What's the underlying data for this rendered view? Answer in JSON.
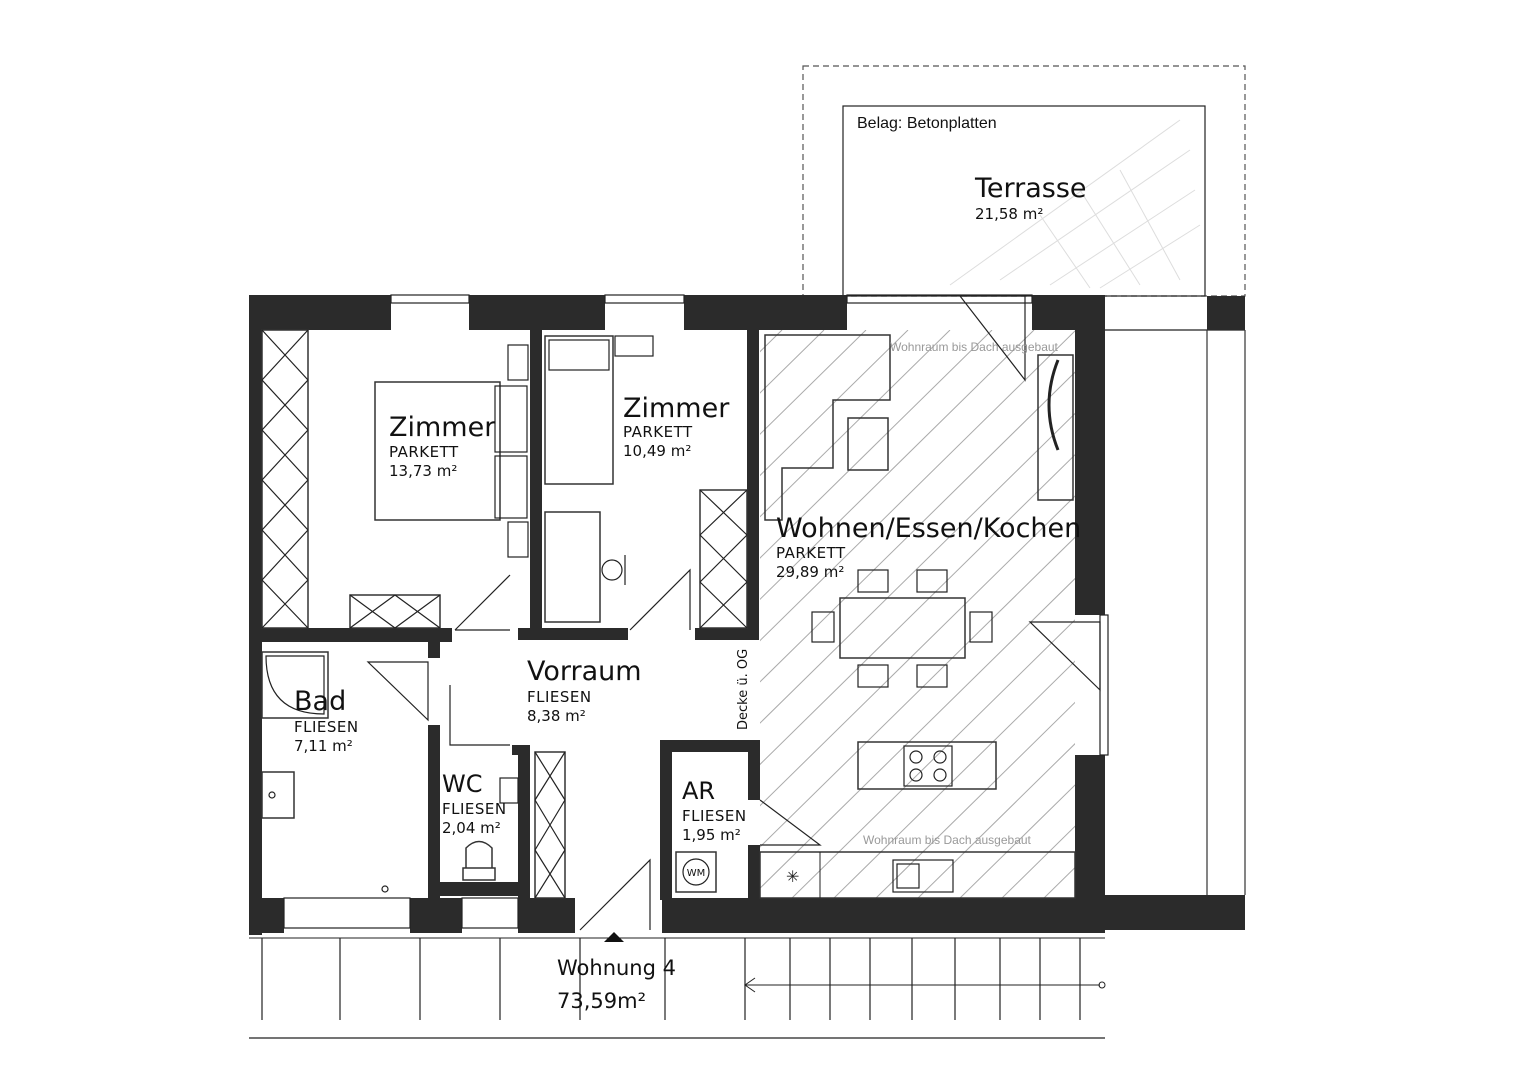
{
  "plan": {
    "flat_name": "Wohnung 4",
    "flat_area": "73,59m²",
    "ceiling_note": "Decke ü. OG",
    "living_note": "Wohnraum bis Dach ausgebaut",
    "terrace_cover": "Belag: Betonplatten",
    "wm_label": "WM"
  },
  "rooms": {
    "zimmer1": {
      "name": "Zimmer",
      "floor": "PARKETT",
      "area": "13,73 m²"
    },
    "zimmer2": {
      "name": "Zimmer",
      "floor": "PARKETT",
      "area": "10,49 m²"
    },
    "wohnen": {
      "name": "Wohnen/Essen/Kochen",
      "floor": "PARKETT",
      "area": "29,89 m²"
    },
    "vorraum": {
      "name": "Vorraum",
      "floor": "FLIESEN",
      "area": "8,38 m²"
    },
    "bad": {
      "name": "Bad",
      "floor": "FLIESEN",
      "area": "7,11 m²"
    },
    "wc": {
      "name": "WC",
      "floor": "FLIESEN",
      "area": "2,04 m²"
    },
    "ar": {
      "name": "AR",
      "floor": "FLIESEN",
      "area": "1,95 m²"
    },
    "terrasse": {
      "name": "Terrasse",
      "area": "21,58 m²"
    }
  },
  "colors": {
    "wall": "#2b2b2b",
    "hatch": "#aaaaaa",
    "note": "#999999"
  }
}
